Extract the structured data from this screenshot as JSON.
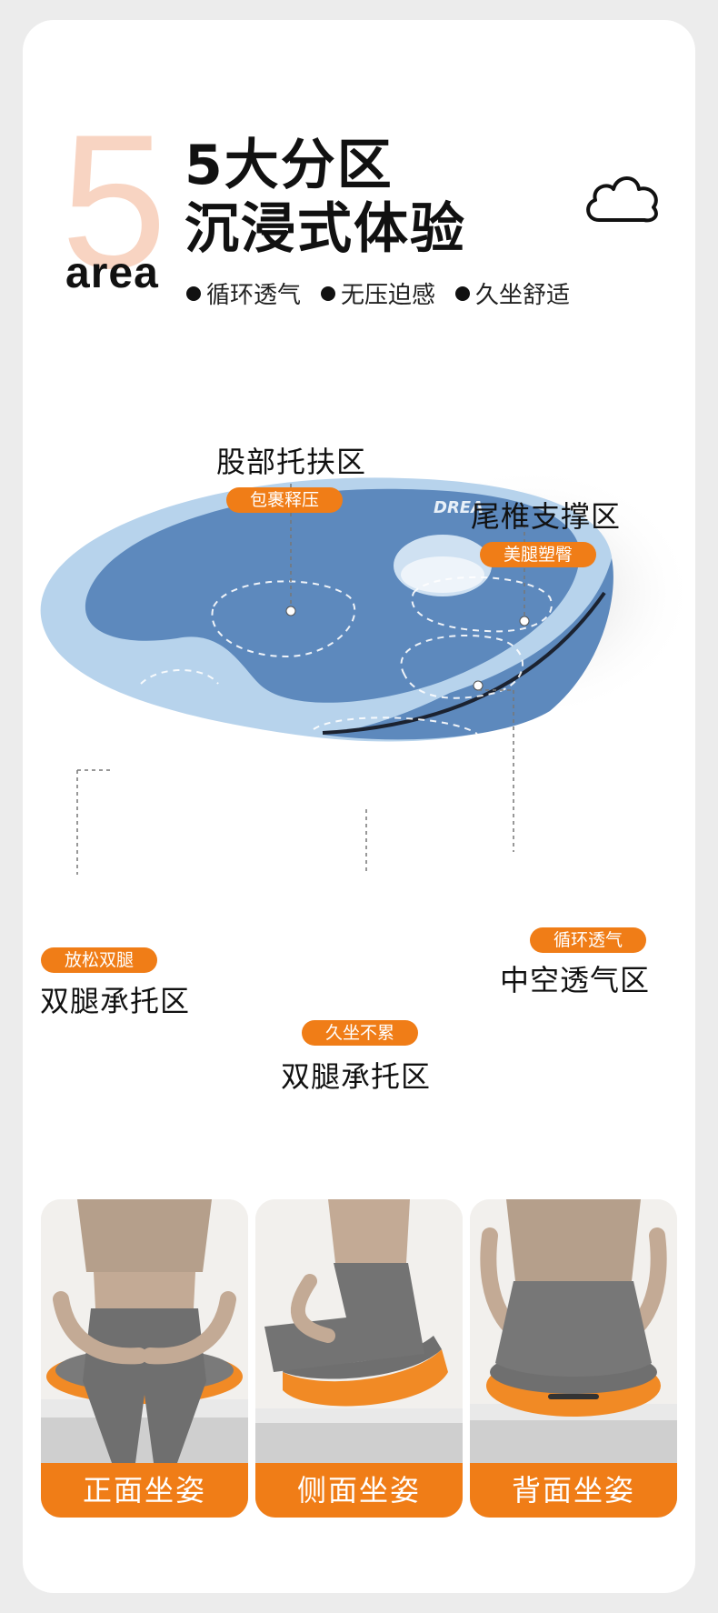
{
  "header": {
    "big_number": "5",
    "area_word": "area",
    "title_line1": "5大分区",
    "title_line2": "沉浸式体验",
    "bullets": [
      "循环透气",
      "无压迫感",
      "久坐舒适"
    ]
  },
  "cushion": {
    "brand_text": "DREA"
  },
  "zones": {
    "hip": {
      "name": "股部托扶区",
      "tag": "包裹释压"
    },
    "tailbone": {
      "name": "尾椎支撑区",
      "tag": "美腿塑臀"
    },
    "legs_left": {
      "name": "双腿承托区",
      "tag": "放松双腿"
    },
    "legs_center": {
      "name": "双腿承托区",
      "tag": "久坐不累"
    },
    "hollow": {
      "name": "中空透气区",
      "tag": "循环透气"
    }
  },
  "postures": [
    {
      "label": "正面坐姿"
    },
    {
      "label": "侧面坐姿"
    },
    {
      "label": "背面坐姿"
    }
  ],
  "colors": {
    "accent_orange": "#f07d17",
    "cushion_blue": "#5b88bd",
    "cushion_light": "#b5d3ee",
    "peach": "#f8d4c2"
  },
  "icons": [
    "cloud-icon"
  ]
}
